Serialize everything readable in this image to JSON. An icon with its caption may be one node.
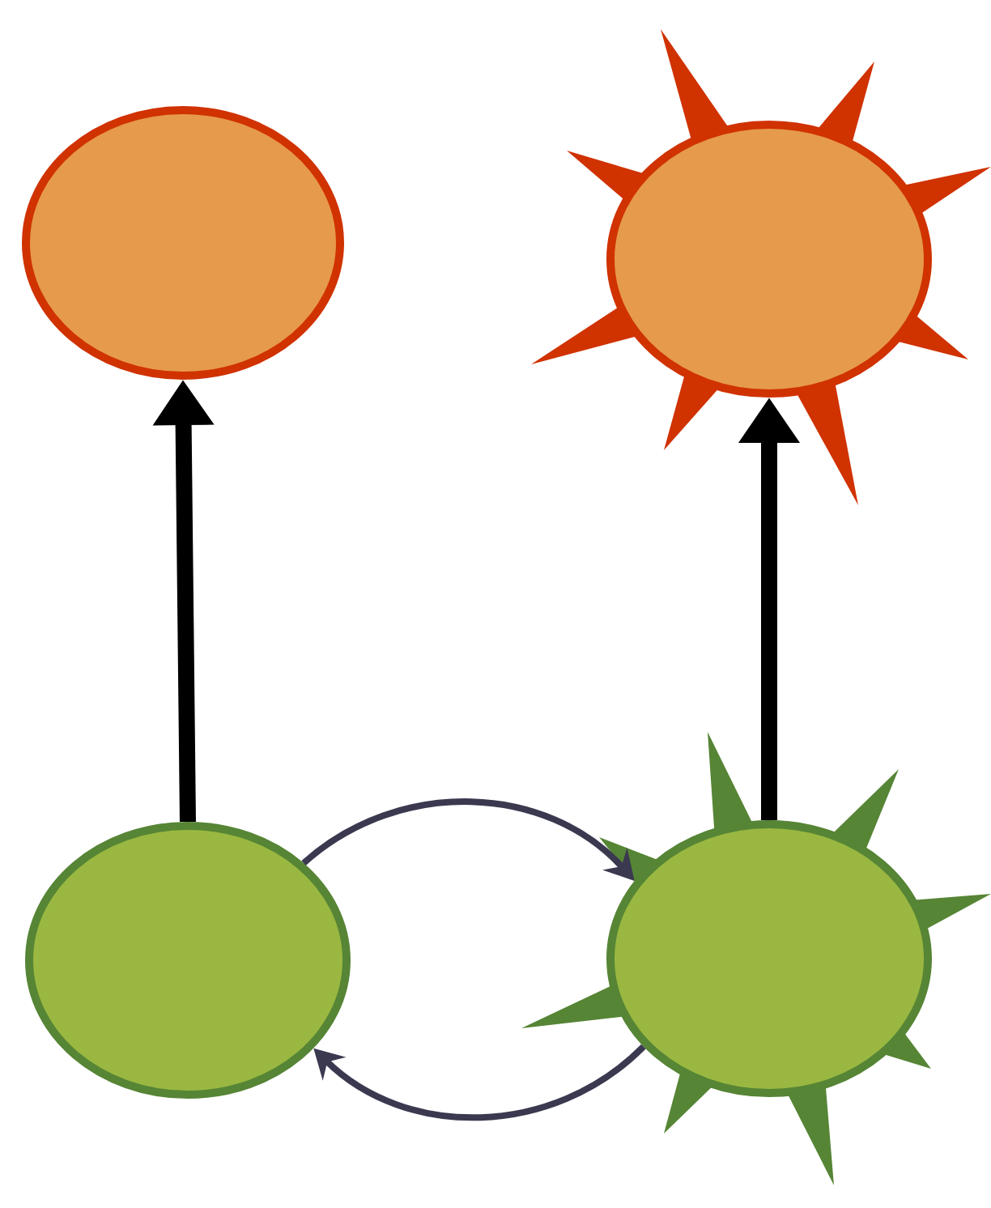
{
  "diagram": {
    "nodes": [
      {
        "text": [],
        "shape": "ellipse"
      },
      {
        "text": [],
        "shape": "burst"
      },
      {
        "text": [],
        "shape": "ellipse"
      },
      {
        "text": [],
        "shape": "burst"
      }
    ],
    "edges": [
      {
        "from": 2,
        "to": 0,
        "arrow": "to",
        "style": "thick"
      },
      {
        "from": 3,
        "to": 1,
        "arrow": "to",
        "style": "thick"
      },
      {
        "from": 2,
        "to": 3,
        "arrow": "to",
        "color": "#3a3950"
      },
      {
        "from": 3,
        "to": 2,
        "arrow": "to",
        "color": "#3a3950"
      }
    ]
  }
}
